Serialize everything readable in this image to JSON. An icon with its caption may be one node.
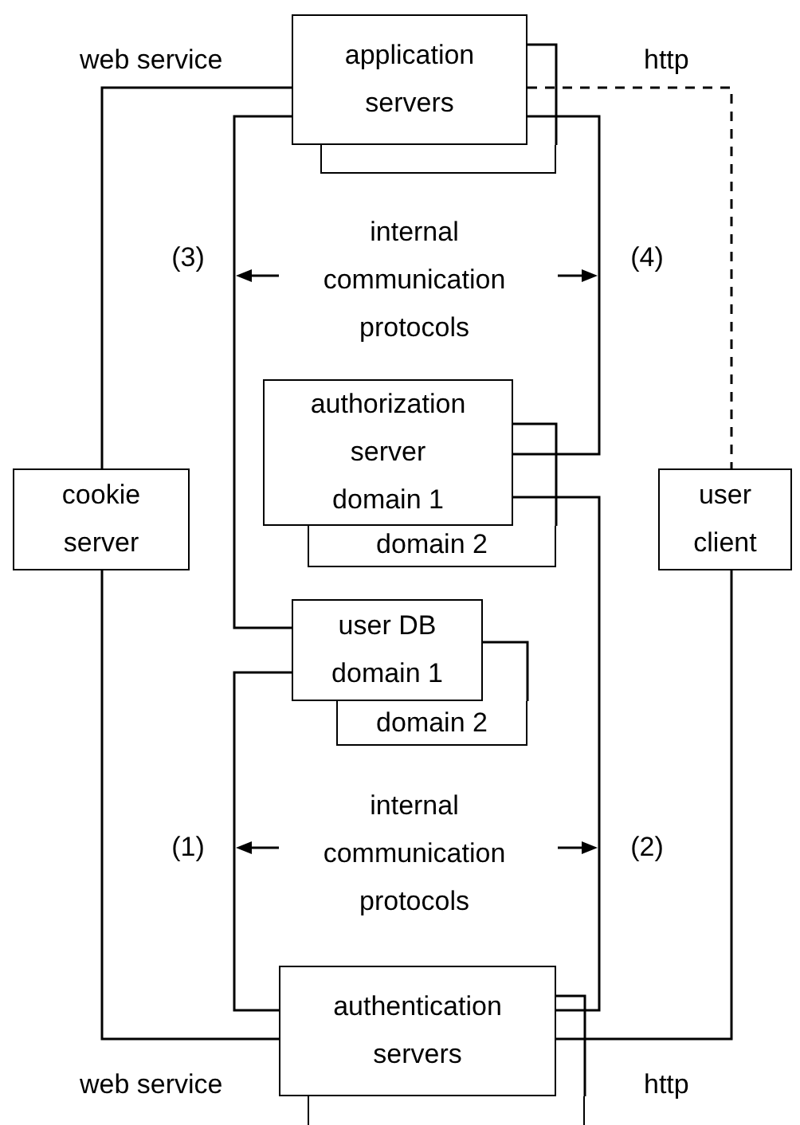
{
  "diagram": {
    "nodes": [
      {
        "text": [
          "application servers"
        ]
      },
      {
        "text": [],
        "shape": "box"
      },
      {
        "text": [
          "cookie server"
        ]
      },
      {
        "text": [
          "authorization server domain 1"
        ]
      },
      {
        "text": [
          "domain 2"
        ]
      },
      {
        "text": [
          "user client"
        ]
      },
      {
        "text": [
          "user DB domain 1"
        ]
      },
      {
        "text": [
          "domain 2"
        ]
      },
      {
        "text": [
          "authentication servers"
        ]
      },
      {
        "text": [],
        "shape": "box"
      }
    ],
    "edges": [
      {
        "from": 0,
        "to": 2,
        "arrow": "none",
        "label": "web service"
      },
      {
        "from": 0,
        "to": 5,
        "arrow": "none",
        "label": "http",
        "style": "dashed"
      },
      {
        "from": 0,
        "to": 6,
        "arrow": "none"
      },
      {
        "from": 0,
        "to": 3,
        "arrow": "none"
      },
      {
        "from": 3,
        "to": 8,
        "arrow": "none"
      },
      {
        "from": 6,
        "to": 8,
        "arrow": "none"
      },
      {
        "from": 2,
        "to": 8,
        "arrow": "none",
        "label": "web service"
      },
      {
        "from": 5,
        "to": 8,
        "arrow": "none",
        "label": "http"
      }
    ],
    "labels": [
      "(3)",
      "internal communication protocols",
      "(4)",
      "(1)",
      "internal communication protocols",
      "(2)"
    ]
  }
}
